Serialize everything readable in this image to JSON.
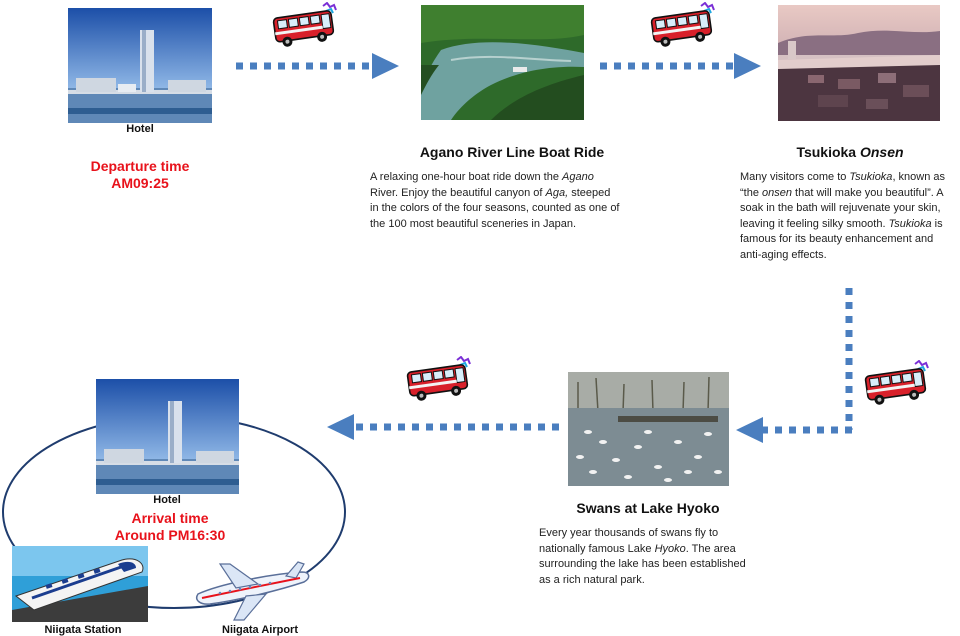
{
  "hotel_top": {
    "label": "Hotel",
    "time_label": "Departure time",
    "time_value": "AM09:25"
  },
  "hotel_bottom": {
    "label": "Hotel",
    "time_label": "Arrival time",
    "time_value": "Around  PM16:30"
  },
  "stops": {
    "agano": {
      "title": "Agano River Line Boat Ride",
      "desc": [
        "A relaxing one-hour boat ride down the ",
        "Agano",
        " River. Enjoy the beautiful canyon of ",
        "Aga,",
        " steeped in the colors of the four seasons, counted as one of the 100 most beautiful sceneries in Japan."
      ]
    },
    "tsukioka": {
      "title_a": "Tsukioka ",
      "title_b": "Onsen",
      "desc": [
        "Many visitors come to ",
        "Tsukioka",
        ", known as “the ",
        "onsen",
        " that will make you beautiful”. A soak in the bath will rejuvenate your skin, leaving it feeling silky smooth. ",
        "Tsukioka",
        " is famous for its beauty enhancement and anti-aging effects."
      ]
    },
    "hyoko": {
      "title": "Swans at Lake Hyoko",
      "desc": [
        "Every year thousands of swans fly to nationally famous Lake ",
        "Hyoko",
        ". The area surrounding the lake has been established as a rich natural park."
      ]
    }
  },
  "endpoints": {
    "station": "Niigata Station",
    "airport": "Niigata Airport"
  },
  "colors": {
    "arrow": "#4a7ebf",
    "accent_red": "#e8121b",
    "bus_red": "#d8202a"
  },
  "icons": [
    "bus-icon",
    "train-icon",
    "airplane-icon",
    "hotel-photo",
    "river-photo",
    "onsen-photo",
    "swan-lake-photo"
  ]
}
